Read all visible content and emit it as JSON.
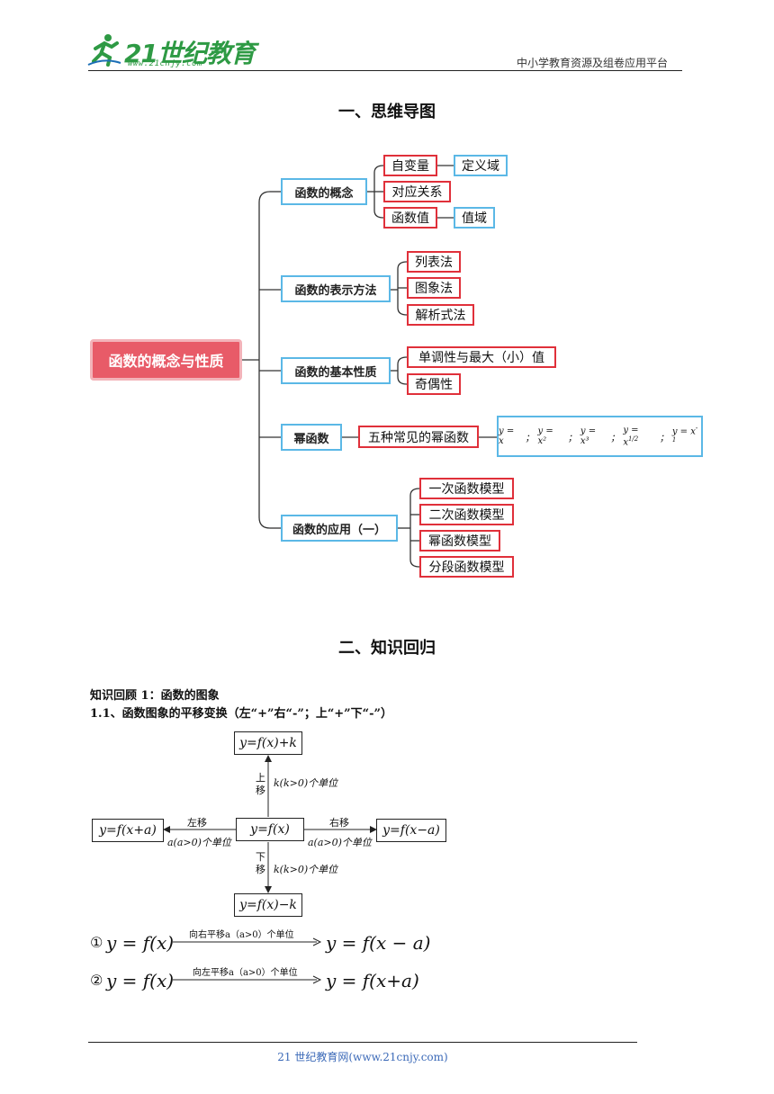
{
  "header": {
    "logo_main": "21世纪教育",
    "logo_url": "www.21cnjy.com",
    "platform": "中小学教育资源及组卷应用平台"
  },
  "section1": {
    "title": "一、思维导图"
  },
  "mindmap": {
    "root": "函数的概念与性质",
    "branches": [
      {
        "label": "函数的概念",
        "children": [
          "自变量",
          "对应关系",
          "函数值"
        ],
        "extras": [
          "定义域",
          "值域"
        ]
      },
      {
        "label": "函数的表示方法",
        "children": [
          "列表法",
          "图象法",
          "解析式法"
        ]
      },
      {
        "label": "函数的基本性质",
        "children": [
          "单调性与最大（小）值",
          "奇偶性"
        ]
      },
      {
        "label": "幂函数",
        "children": [
          "五种常见的幂函数"
        ]
      },
      {
        "label": "函数的应用（一）",
        "children": [
          "一次函数模型",
          "二次函数模型",
          "幂函数模型",
          "分段函数模型"
        ]
      }
    ],
    "power_functions": {
      "items": [
        "y = x",
        "y = x²",
        "y = x³",
        "y = x",
        "y = x"
      ],
      "exp4": "1/2",
      "exp5": "-1"
    }
  },
  "section2": {
    "title": "二、知识回归"
  },
  "knowledge": {
    "heading1": "知识回顾 1：函数的图象",
    "heading2": "1.1、函数图象的平移变换（左“+”右“-”；上“+”下“-”）"
  },
  "diagram": {
    "center": "y=f(x)",
    "top": "y=f(x)+k",
    "bottom": "y=f(x)−k",
    "left": "y=f(x+a)",
    "right": "y=f(x−a)",
    "up_label": "上移",
    "down_label": "下移",
    "up_note": "k(k>0)个单位",
    "down_note": "k(k>0)个单位",
    "left_label": "左移",
    "right_label": "右移",
    "left_note": "a(a>0)个单位",
    "right_note": "a(a>0)个单位"
  },
  "equations": [
    {
      "num": "①",
      "lhs": "y = f(x)",
      "arrow_text": "向右平移a（a>0）个单位",
      "rhs": "y = f(x − a)"
    },
    {
      "num": "②",
      "lhs": "y = f(x)",
      "arrow_text": "向左平移a（a>0）个单位",
      "rhs": "y = f(x+a)"
    }
  ],
  "footer": {
    "text": "21 世纪教育网(www.21cnjy.com)"
  }
}
